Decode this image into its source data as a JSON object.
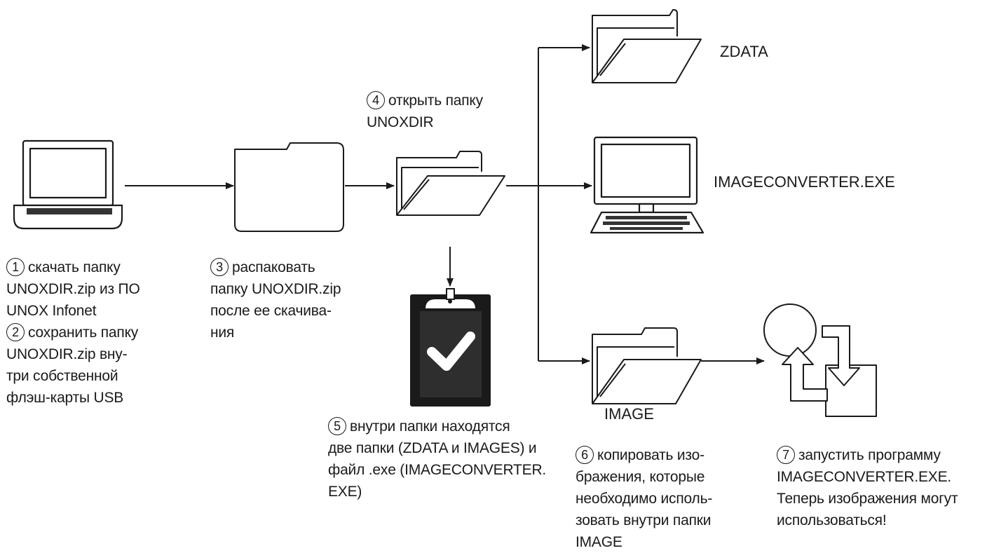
{
  "steps": [
    {
      "num": "1",
      "lines": [
        "скачать папку",
        "UNOXDIR.zip из ПО",
        "UNOX Infonet"
      ]
    },
    {
      "num": "2",
      "lines": [
        "сохранить папку",
        "UNOXDIR.zip вну-",
        "три собственной",
        "флэш-карты USB"
      ]
    },
    {
      "num": "3",
      "lines": [
        "распаковать",
        "папку UNOXDIR.zip",
        "после ее скачива-",
        "ния"
      ]
    },
    {
      "num": "4",
      "lines": [
        "открыть папку",
        "UNOXDIR"
      ]
    },
    {
      "num": "5",
      "lines": [
        "внутри папки находятся",
        "две папки (ZDATA и IMAGES) и",
        "файл .exe (IMAGECONVERTER.",
        "EXE)"
      ]
    },
    {
      "num": "6",
      "lines": [
        "копировать изо-",
        "бражения, которые",
        "необходимо исполь-",
        "зовать внутри папки",
        "IMAGE"
      ]
    },
    {
      "num": "7",
      "lines": [
        "запустить программу",
        "IMAGECONVERTER.EXE.",
        "Теперь изображения могут",
        "использоваться!"
      ]
    }
  ],
  "labels": {
    "zdata": "ZDATA",
    "exe": "IMAGECONVERTER.EXE",
    "image": "IMAGE"
  },
  "icons": [
    "laptop-icon",
    "folder-closed-icon",
    "folder-open-icon",
    "clipboard-check-icon",
    "folder-open-icon",
    "desktop-computer-icon",
    "folder-open-icon",
    "convert-process-icon"
  ],
  "colors": {
    "stroke": "#1a1a1a",
    "fill": "#ffffff",
    "dark": "#333333"
  }
}
